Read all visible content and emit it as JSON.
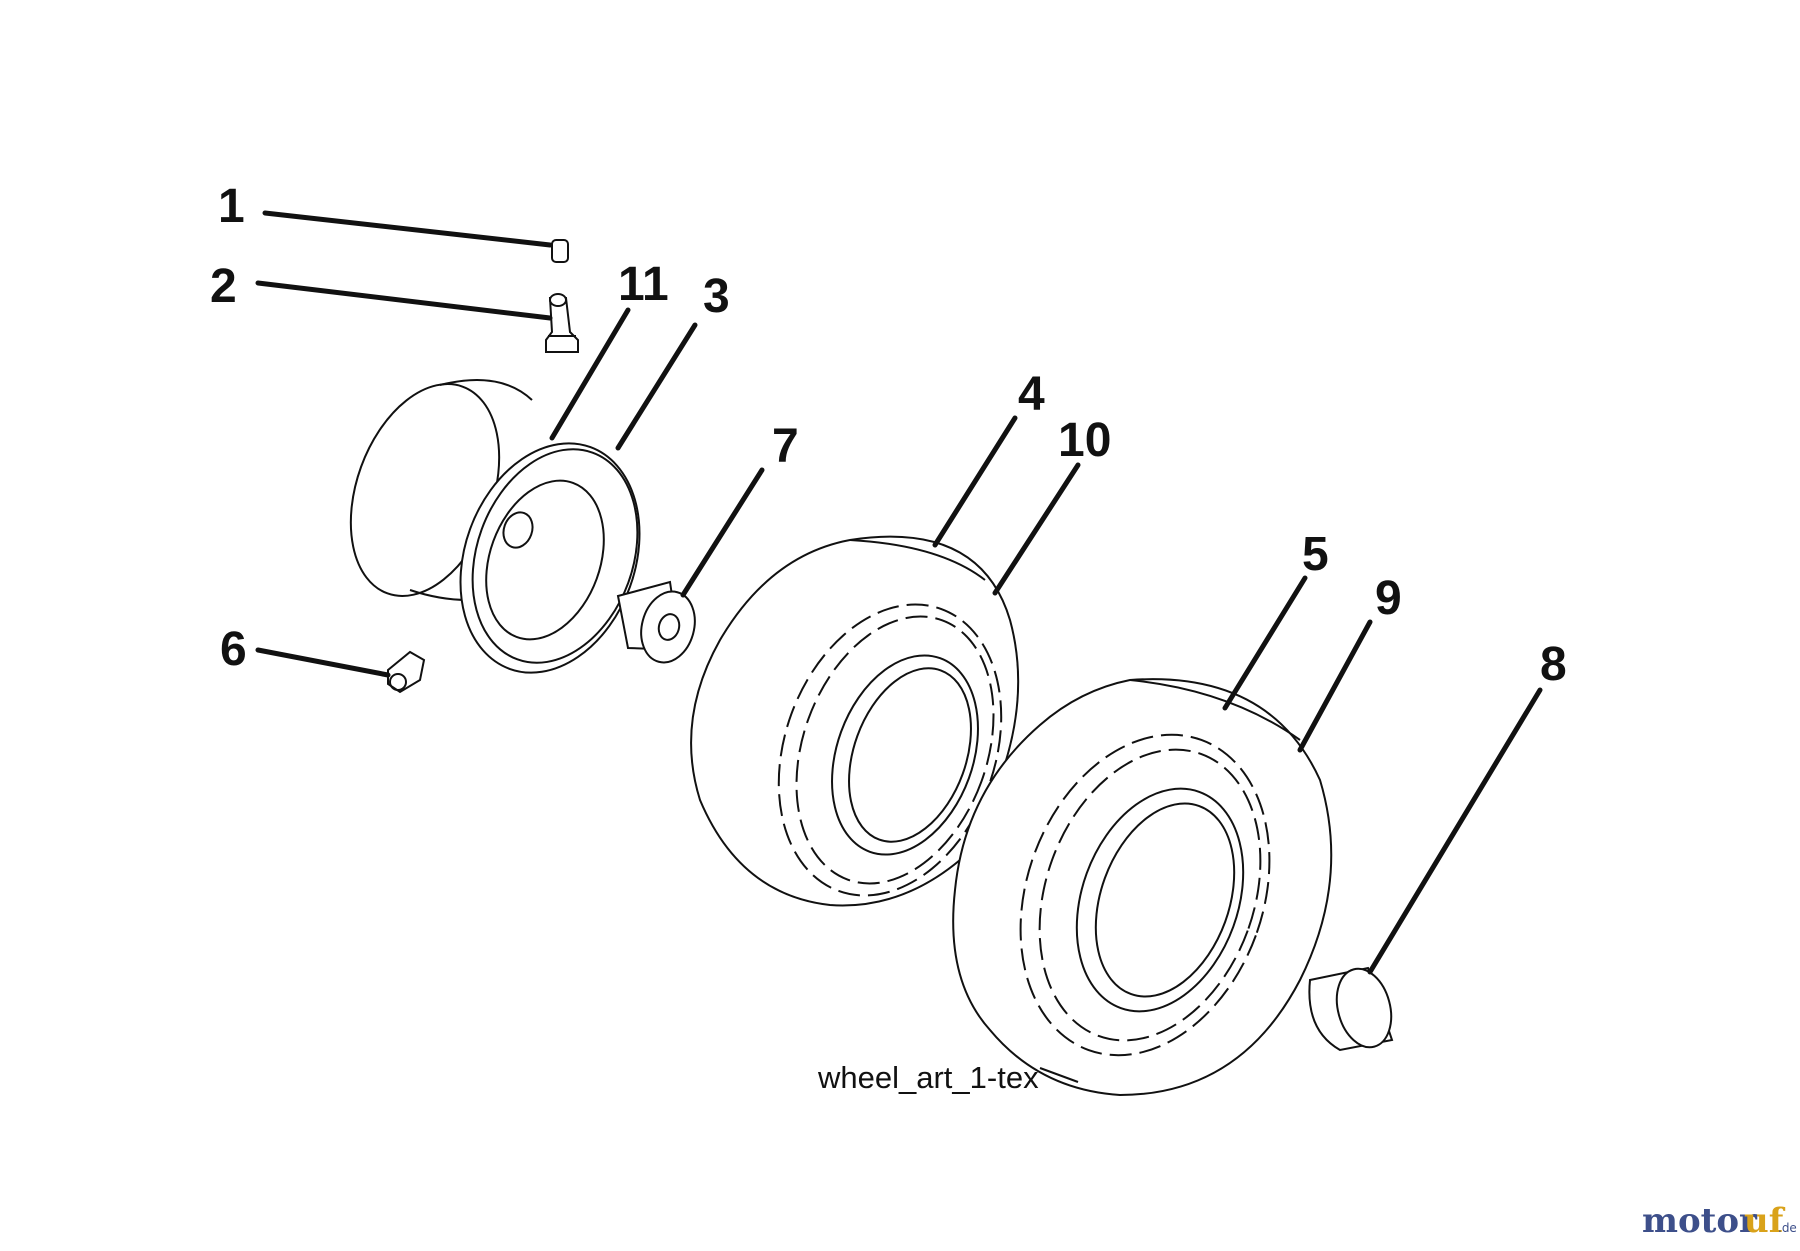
{
  "diagram": {
    "caption": "wheel_art_1-tex",
    "callouts": [
      "1",
      "2",
      "3",
      "4",
      "5",
      "6",
      "7",
      "8",
      "9",
      "10",
      "11"
    ]
  },
  "watermark": {
    "part1": "motor",
    "part2": "uf",
    "suffix": ".de",
    "colors": {
      "primary": "#3d4f8a",
      "accent": "#d9a21a"
    }
  }
}
